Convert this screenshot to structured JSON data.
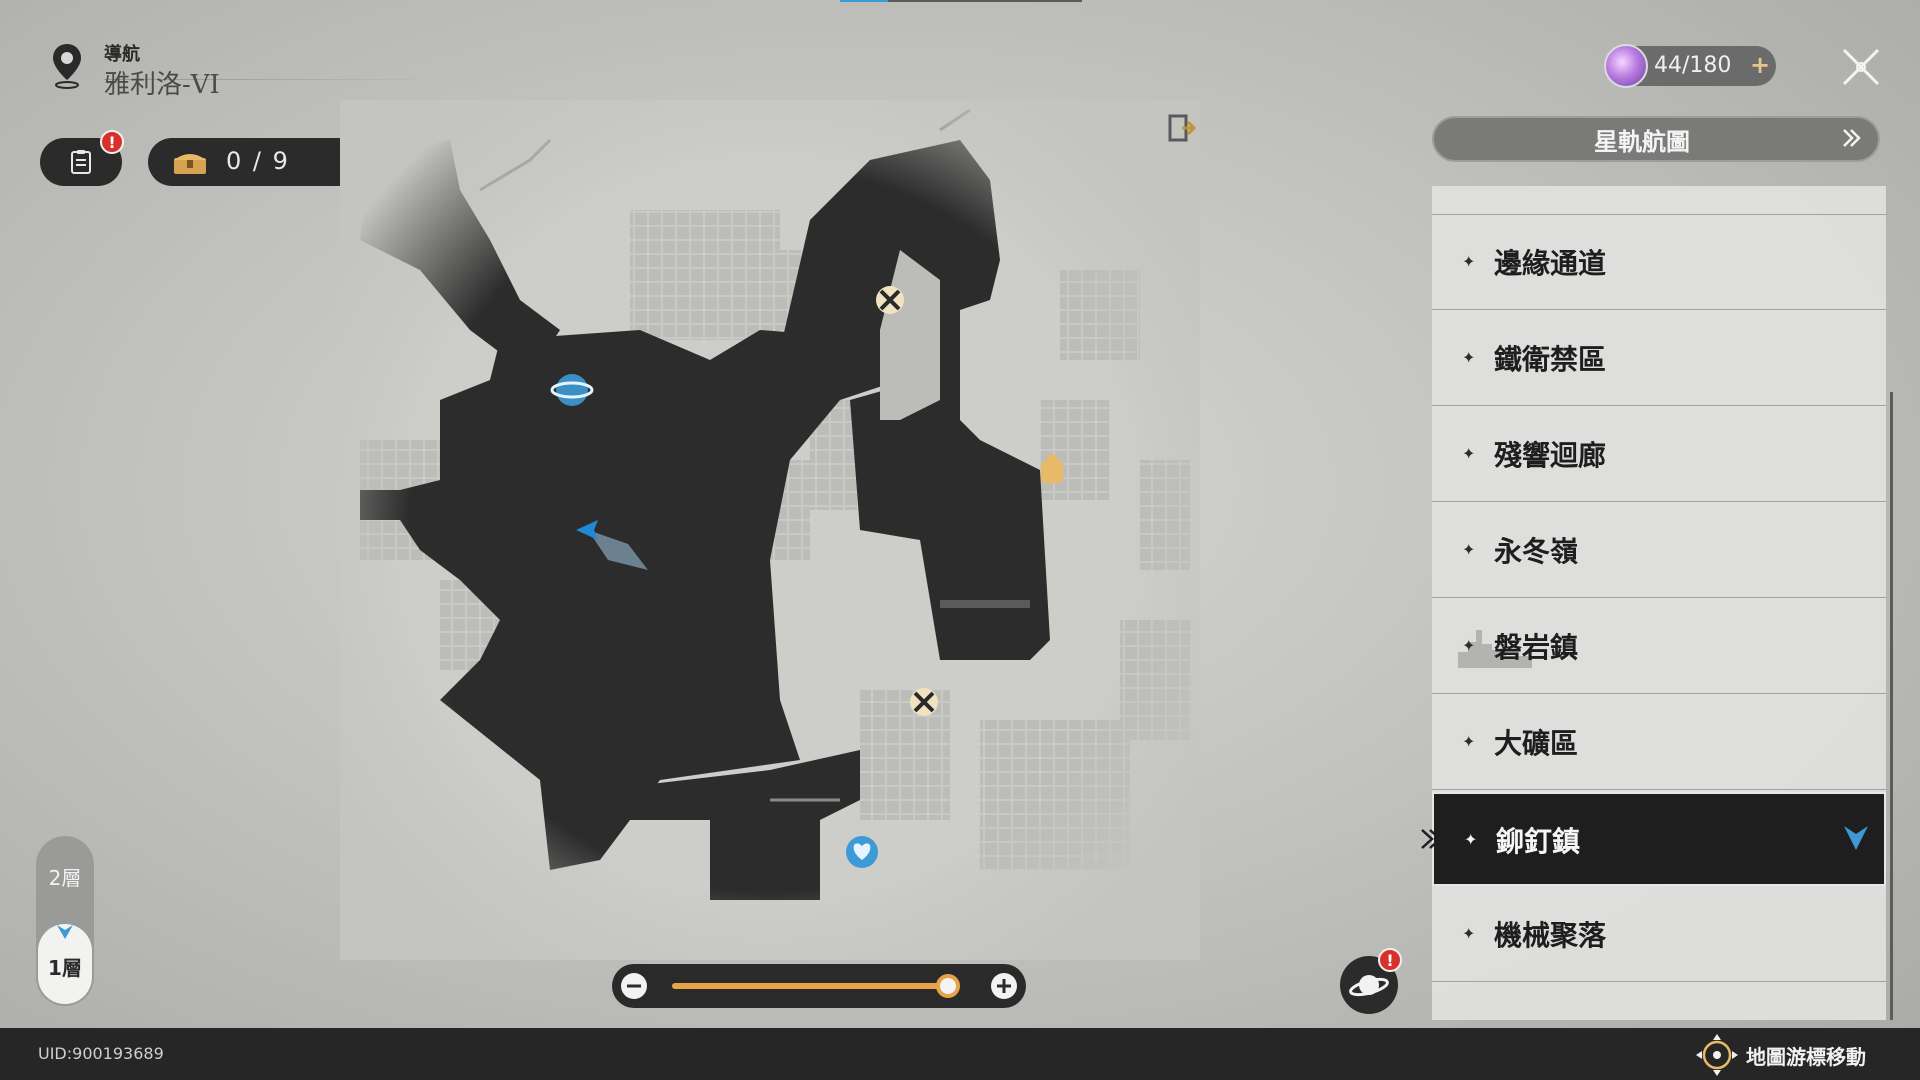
{
  "header": {
    "nav_label": "導航",
    "area_name": "雅利洛-VI"
  },
  "mission": {
    "badge": "!"
  },
  "chest": {
    "count": "0 / 9"
  },
  "stamina": {
    "value": "44/180",
    "plus": "+"
  },
  "star_rail": {
    "label": "星軌航圖"
  },
  "locations": [
    {
      "label": "邊緣通道",
      "selected": false
    },
    {
      "label": "鐵衛禁區",
      "selected": false
    },
    {
      "label": "殘響迴廊",
      "selected": false
    },
    {
      "label": "永冬嶺",
      "selected": false
    },
    {
      "label": "磐岩鎮",
      "selected": false
    },
    {
      "label": "大礦區",
      "selected": false
    },
    {
      "label": "鉚釘鎮",
      "selected": true
    },
    {
      "label": "機械聚落",
      "selected": false
    }
  ],
  "floors": {
    "upper": "2層",
    "current": "1層"
  },
  "zoom": {
    "level": 0.92
  },
  "planet": {
    "badge": "!"
  },
  "footer": {
    "uid": "UID:900193689",
    "cursor_hint": "地圖游標移動"
  },
  "colors": {
    "accent_orange": "#e8a349",
    "accent_blue": "#3d9ad6",
    "alert_red": "#d9302c",
    "panel_dark": "#2b2b2b"
  }
}
